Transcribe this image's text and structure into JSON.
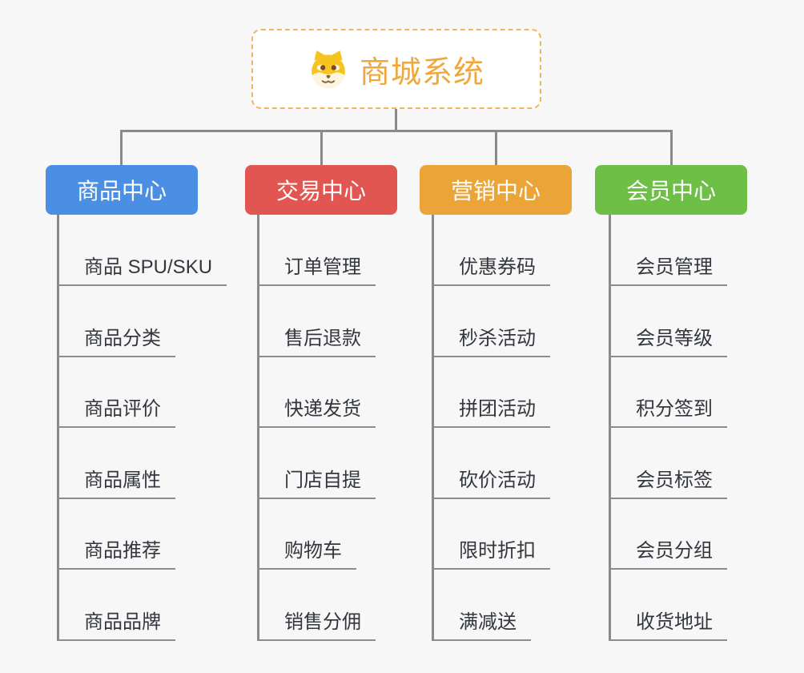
{
  "root": {
    "title": "商城系统",
    "icon": "doge-icon"
  },
  "colors": {
    "background": "#f7f7f7",
    "connector": "#8a8a8a",
    "leaf_underline": "#8c8c8c",
    "leaf_text": "#33373d",
    "root_accent": "#f0a73c",
    "root_border": "#f0b55e",
    "branch_colors": [
      "#4b8fe4",
      "#e25652",
      "#eba437",
      "#6dbf45"
    ]
  },
  "columns": [
    {
      "label": "商品中心",
      "color": "#4b8fe4",
      "items": [
        "商品 SPU/SKU",
        "商品分类",
        "商品评价",
        "商品属性",
        "商品推荐",
        "商品品牌"
      ]
    },
    {
      "label": "交易中心",
      "color": "#e25652",
      "items": [
        "订单管理",
        "售后退款",
        "快递发货",
        "门店自提",
        "购物车",
        "销售分佣"
      ]
    },
    {
      "label": "营销中心",
      "color": "#eba437",
      "items": [
        "优惠券码",
        "秒杀活动",
        "拼团活动",
        "砍价活动",
        "限时折扣",
        "满减送"
      ]
    },
    {
      "label": "会员中心",
      "color": "#6dbf45",
      "items": [
        "会员管理",
        "会员等级",
        "积分签到",
        "会员标签",
        "会员分组",
        "收货地址"
      ]
    }
  ]
}
